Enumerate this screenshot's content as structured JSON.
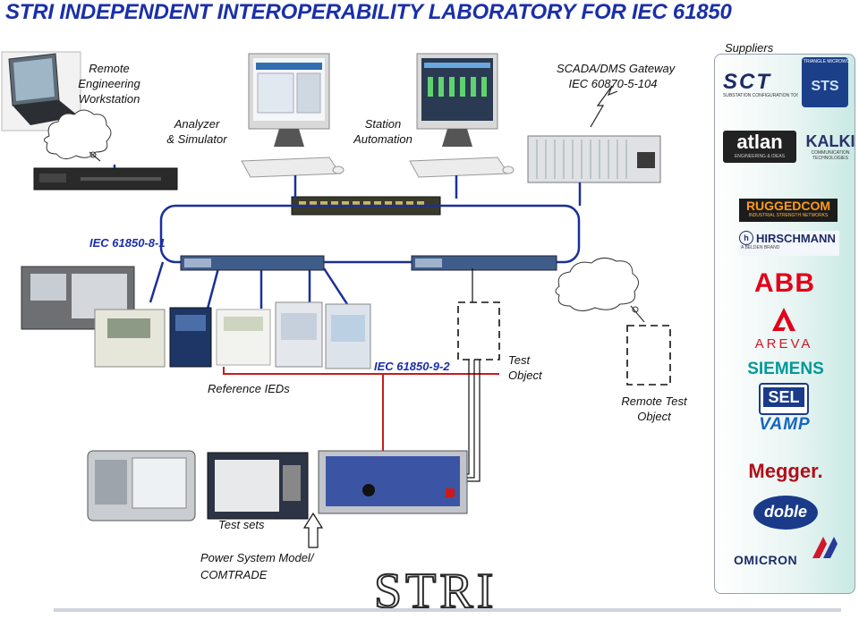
{
  "header": {
    "title": "STRI INDEPENDENT INTEROPERABILITY LABORATORY FOR IEC 61850"
  },
  "labels": {
    "remote_eng_1": "Remote",
    "remote_eng_2": "Engineering",
    "remote_eng_3": "Workstation",
    "analyzer_1": "Analyzer",
    "analyzer_2": "& Simulator",
    "station_1": "Station",
    "station_2": "Automation",
    "scada_1": "SCADA/DMS Gateway",
    "scada_2": "IEC 60870-5-104",
    "suppliers": "Suppliers",
    "iec_8_1": "IEC 61850-8-1",
    "iec_9_2": "IEC 61850-9-2",
    "reference_ieds": "Reference IEDs",
    "test_object_1": "Test",
    "test_object_2": "Object",
    "remote_test_1": "Remote Test",
    "remote_test_2": "Object",
    "test_sets": "Test sets",
    "power_model_1": "Power System Model/",
    "power_model_2": "COMTRADE"
  },
  "suppliers": {
    "sct": "SCT",
    "sct_sub": "SUBSTATION CONFIGURATION TOOL",
    "triangle": "TRIANGLE MICROWORKS",
    "sts": "STS",
    "atlan": "atlan",
    "atlan_sub": "ENGINEERING & IDEAS",
    "kalki": "KALKI",
    "kalki_sub": "COMMUNICATION TECHNOLOGIES",
    "ruggedcom": "RUGGEDCOM",
    "ruggedcom_sub": "INDUSTRIAL STRENGTH NETWORKS",
    "hirschmann": "HIRSCHMANN",
    "hirschmann_sub": "A BELDEN BRAND",
    "abb": "ABB",
    "areva": "AREVA",
    "siemens": "SIEMENS",
    "sel": "SEL",
    "vamp": "VAMP",
    "megger": "Megger.",
    "doble": "doble",
    "omicron": "OMICRON"
  },
  "footer": {
    "logo": "STRI"
  },
  "colors": {
    "title_blue": "#1a2fa8",
    "bus_blue": "#1b2f9c",
    "iec_red": "#cc1a1a",
    "abb_red": "#e2001a",
    "siemens_teal": "#009999",
    "sel_blue": "#1a3a8a",
    "vamp_blue": "#1565c0"
  }
}
